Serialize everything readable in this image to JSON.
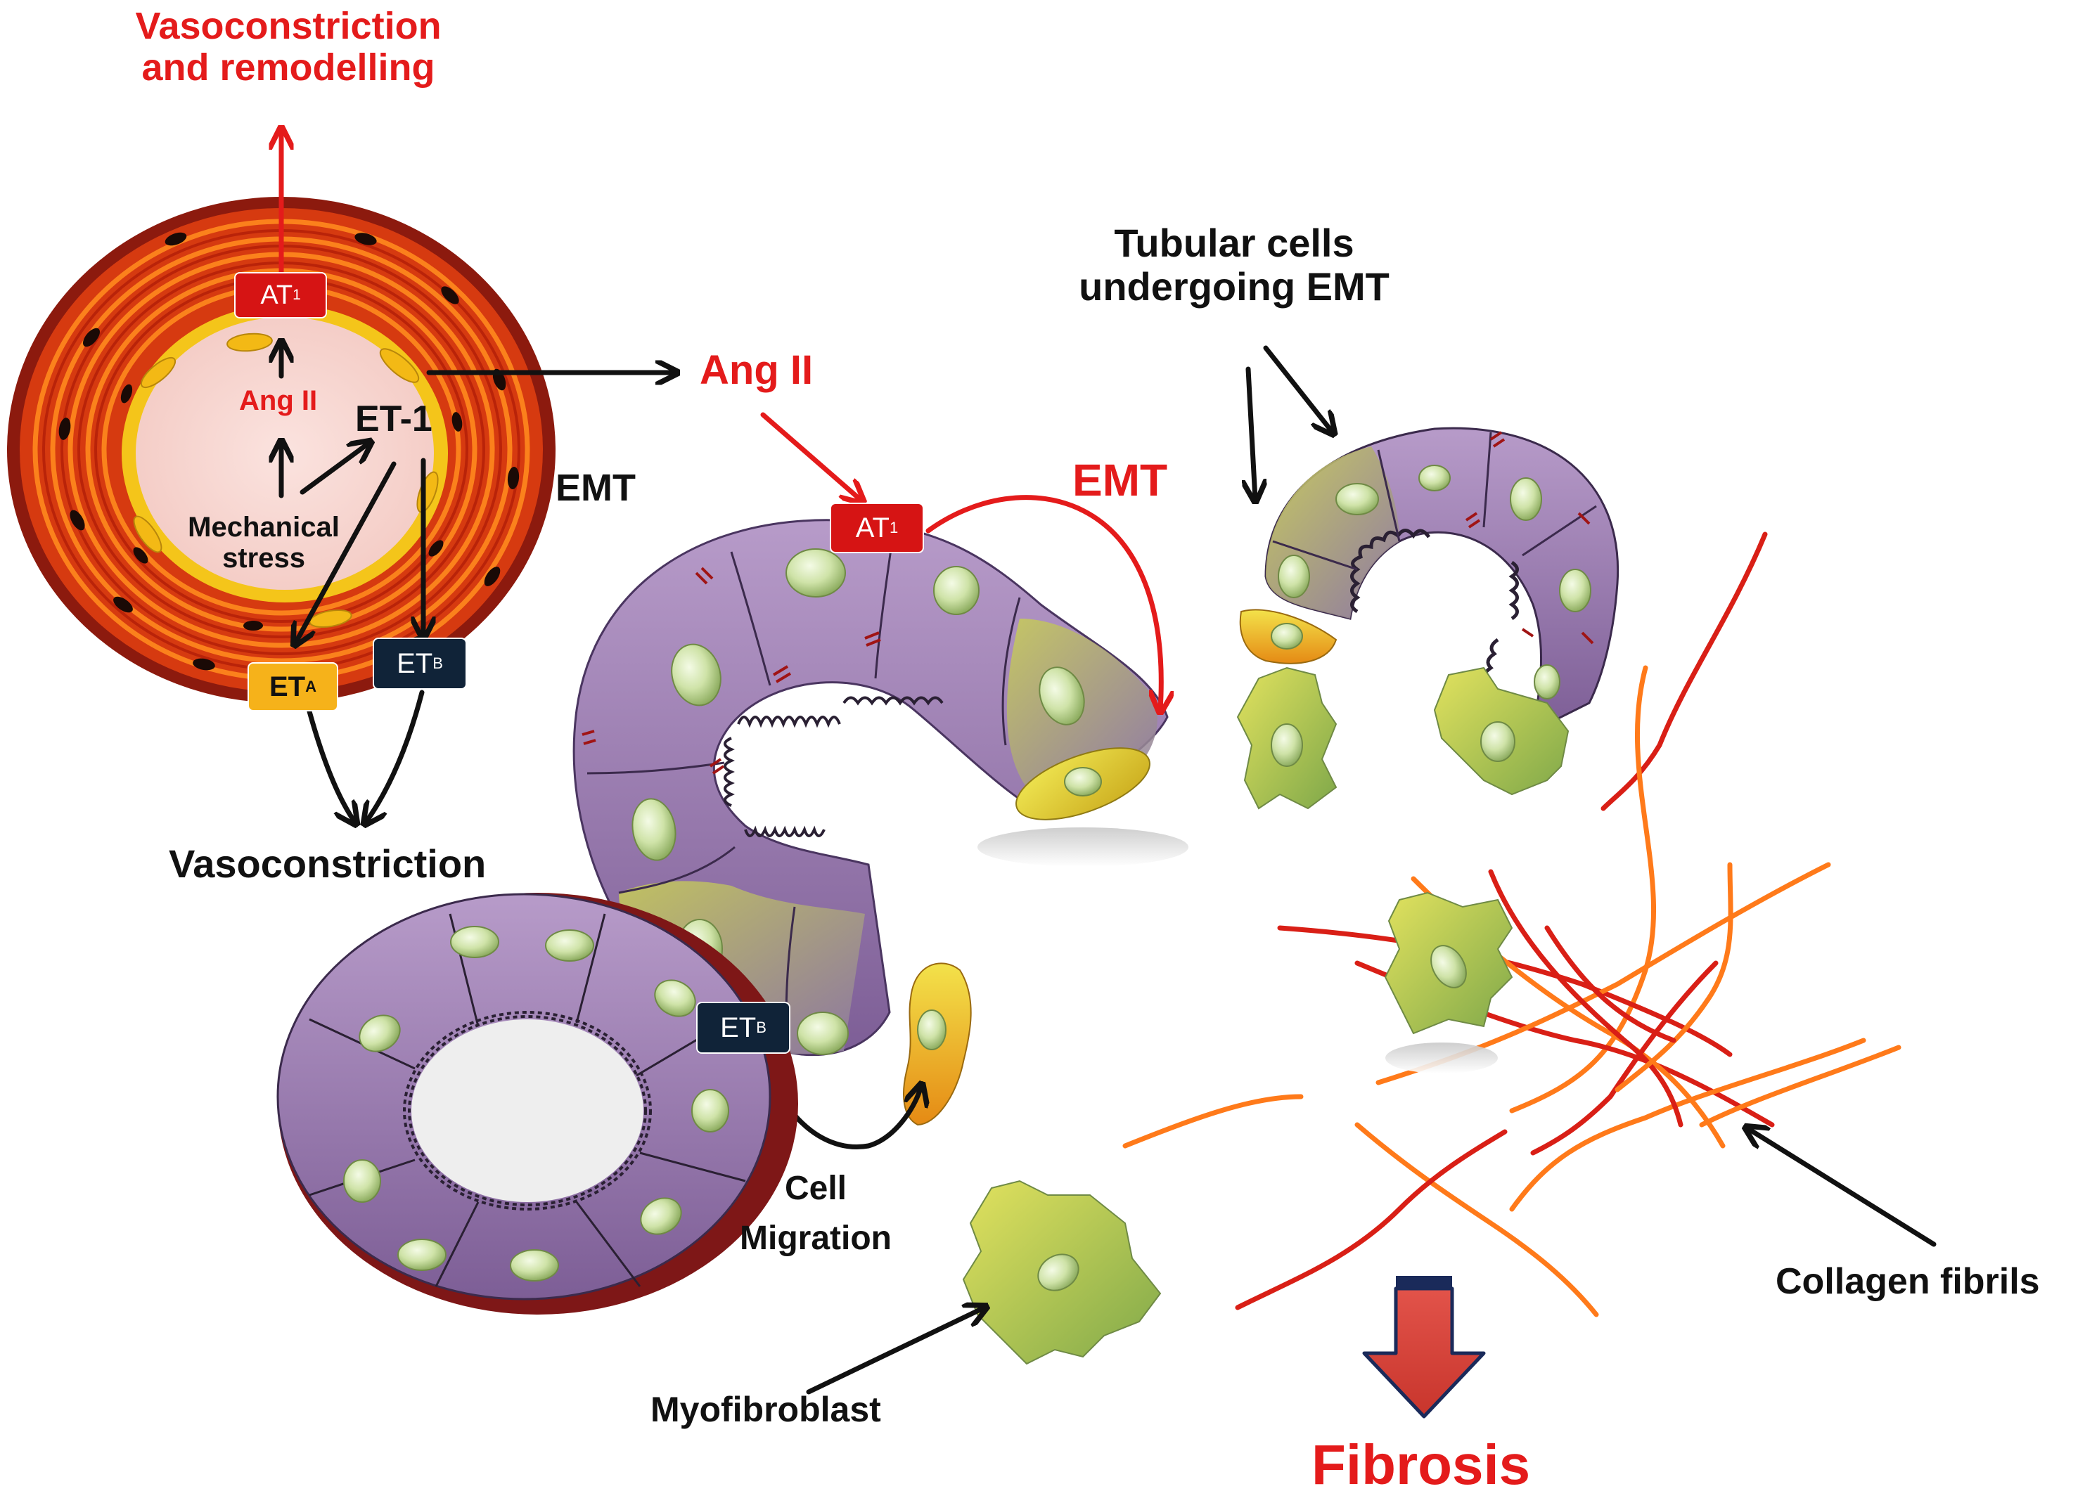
{
  "colors": {
    "signal_red": "#e41b1b",
    "text_black": "#111111",
    "cell_purple": "#9a7db0",
    "nucleus_green": "#cfe3a8",
    "vessel_orange": "#f26a10",
    "vessel_dark_red": "#8c1a0e",
    "navy_receptor": "#102338",
    "orange_receptor": "#f6b21a",
    "collagen_red": "#d91f16",
    "collagen_orange": "#ff7a1a",
    "fibrosis_arrow": "#e2534a"
  },
  "labels": {
    "vasoconstriction_remodelling_line1": "Vasoconstriction",
    "vasoconstriction_remodelling_line2": "and remodelling",
    "ang_ii_vessel": "Ang II",
    "et1": "ET-1",
    "mechanical_stress_line1": "Mechanical",
    "mechanical_stress_line2": "stress",
    "emt_vessel": "EMT",
    "vasoconstriction": "Vasoconstriction",
    "ang_ii_main": "Ang II",
    "emt_tubule": "EMT",
    "tubular_cells_line1": "Tubular cells",
    "tubular_cells_line2": "undergoing EMT",
    "cell_migration_line1": "Cell",
    "cell_migration_line2": "Migration",
    "myofibroblast": "Myofibroblast",
    "collagen_fibrils": "Collagen fibrils",
    "fibrosis": "Fibrosis"
  },
  "receptors": {
    "at1_vessel": {
      "base": "AT",
      "sub": "1"
    },
    "eta_vessel": {
      "base": "ET",
      "sub": "A"
    },
    "etb_vessel": {
      "base": "ET",
      "sub": "B"
    },
    "at1_tubule": {
      "base": "AT",
      "sub": "1"
    },
    "etb_tubule": {
      "base": "ET",
      "sub": "B"
    }
  },
  "icons": {
    "blood_vessel": "vessel-cross-section-icon",
    "tubule": "renal-tubule-icon",
    "myofibroblast": "myofibroblast-cell-icon",
    "fibrosis_arrow": "down-arrow-icon"
  }
}
